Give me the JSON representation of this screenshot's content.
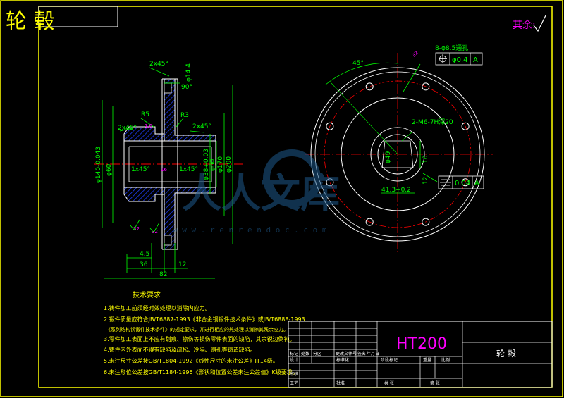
{
  "header": {
    "title": "轮 毂",
    "roughness_note": "其余:"
  },
  "watermark": {
    "text": "人人文库",
    "url": "w w w . r e n r e n d o c . c o m"
  },
  "section_view": {
    "dims": {
      "chamfer_top": "2x45°",
      "dia_top": "φ14.4",
      "angle": "90°",
      "r5": "R5",
      "r3": "R3",
      "chamfer_left": "2x45°",
      "chamfer_right": "2x45°",
      "dia_bore": "φ60",
      "dia_bore_tol": "φ140-0.043",
      "dia_38": "φ38+0.03",
      "dia_60": "φ60",
      "dia_170": "φ170",
      "dia_200": "φ200",
      "chamfer_in_left": "1x45°",
      "chamfer_in_right": "1x45°",
      "rough_16": "16",
      "rough_32a": "32",
      "rough_32b": "32",
      "rough_top": "1.6",
      "dim_4_5": "4.5",
      "dim_36": "36",
      "dim_12": "12",
      "dim_82": "82"
    }
  },
  "front_view": {
    "dims": {
      "angle_45": "45°",
      "holes": "8-φ8.5通孔",
      "pos_tol": "φ0.4",
      "datum_a": "A",
      "thread": "2-M6-7H深20",
      "dia_49": "φ49",
      "dim_10": "10",
      "dim_41": "41.3+0.2",
      "dim_12": "12",
      "sym_tol": "0.04",
      "datum_a2": "A",
      "rough_32": "32"
    }
  },
  "tech_req": {
    "title": "技术要求",
    "lines": [
      "1.铸件加工前须经时效处理以消除内应力。",
      "2.锻件质量应符合JB/T6887-1993《非合金钢锻件技术条件》或JB/T6888-1993",
      "《系列结构钢锻件技术条件》的规定要求，并进行相应的热处理以消除其残余应力。",
      "3.零件加工表面上不应有划痕、擦伤等损伤零件表面的缺陷，其余锐边倒钝。",
      "4.铸件内外表面不得有缺陷及疏松、冷隔、缩孔等铸造缺陷。",
      "5.未注尺寸公差按GB/T1804-1992《线性尺寸的未注公差》IT14级。",
      "6.未注形位公差按GB/T1184-1996《形状和位置公差未注公差值》K级要求。"
    ]
  },
  "title_block": {
    "material": "HT200",
    "part_name": "轮 毂",
    "cells": {
      "mark": "标记",
      "count": "处数",
      "zone": "分区",
      "change_doc": "更改文件号",
      "sign": "签名",
      "date": "年月日",
      "design": "设计",
      "standardize": "标准化",
      "review": "审核",
      "process": "工艺",
      "approve": "批准",
      "stage_mark": "阶段标记",
      "weight": "重量",
      "scale": "比例",
      "sheets": "共 张",
      "sheet": "第 张"
    }
  },
  "colors": {
    "frame": "#ffff00",
    "outline": "#ffffff",
    "dimension": "#00ff00",
    "hatch": "#0000ff",
    "center": "#ff0000",
    "tech": "#ffff00",
    "material": "#ff00ff",
    "title_text": "#ffffff",
    "watermark": "#1e5a8c"
  }
}
